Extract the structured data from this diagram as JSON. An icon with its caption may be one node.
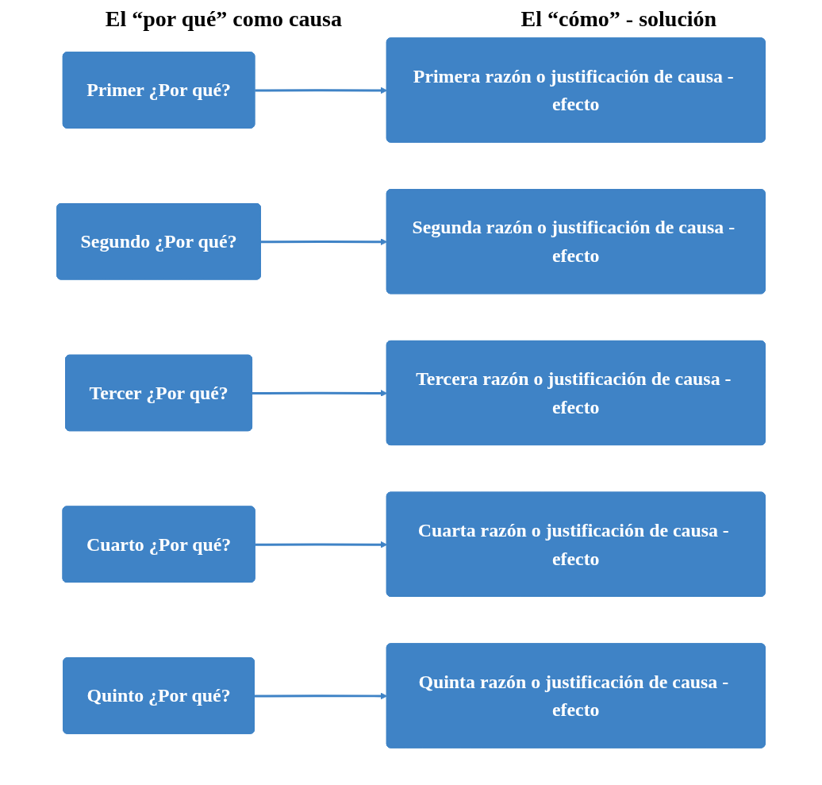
{
  "diagram": {
    "nodes": [
      {
        "text": [
          "Primer ¿Por qué?"
        ]
      },
      {
        "text": [
          "Primera razón o justificación de causa - efecto"
        ]
      },
      {
        "text": [
          "Segundo ¿Por qué?"
        ]
      },
      {
        "text": [
          "Segunda razón o justificación de causa - efecto"
        ]
      },
      {
        "text": [
          "Tercer ¿Por qué?"
        ]
      },
      {
        "text": [
          "Tercera razón o justificación de causa - efecto"
        ]
      },
      {
        "text": [
          "Cuarto ¿Por qué?"
        ]
      },
      {
        "text": [
          "Cuarta razón o justificación de causa - efecto"
        ]
      },
      {
        "text": [
          "Quinto ¿Por qué?"
        ]
      },
      {
        "text": [
          "Quinta razón o justificación de causa - efecto"
        ]
      }
    ],
    "edges": [
      {
        "from": 0,
        "to": 1,
        "arrow": "to"
      },
      {
        "from": 2,
        "to": 3,
        "arrow": "to"
      },
      {
        "from": 4,
        "to": 5,
        "arrow": "to"
      },
      {
        "from": 6,
        "to": 7,
        "arrow": "to"
      },
      {
        "from": 8,
        "to": 9,
        "arrow": "to"
      }
    ],
    "labels": [
      "El “por qué” como causa",
      "El “cómo” - solución"
    ]
  }
}
